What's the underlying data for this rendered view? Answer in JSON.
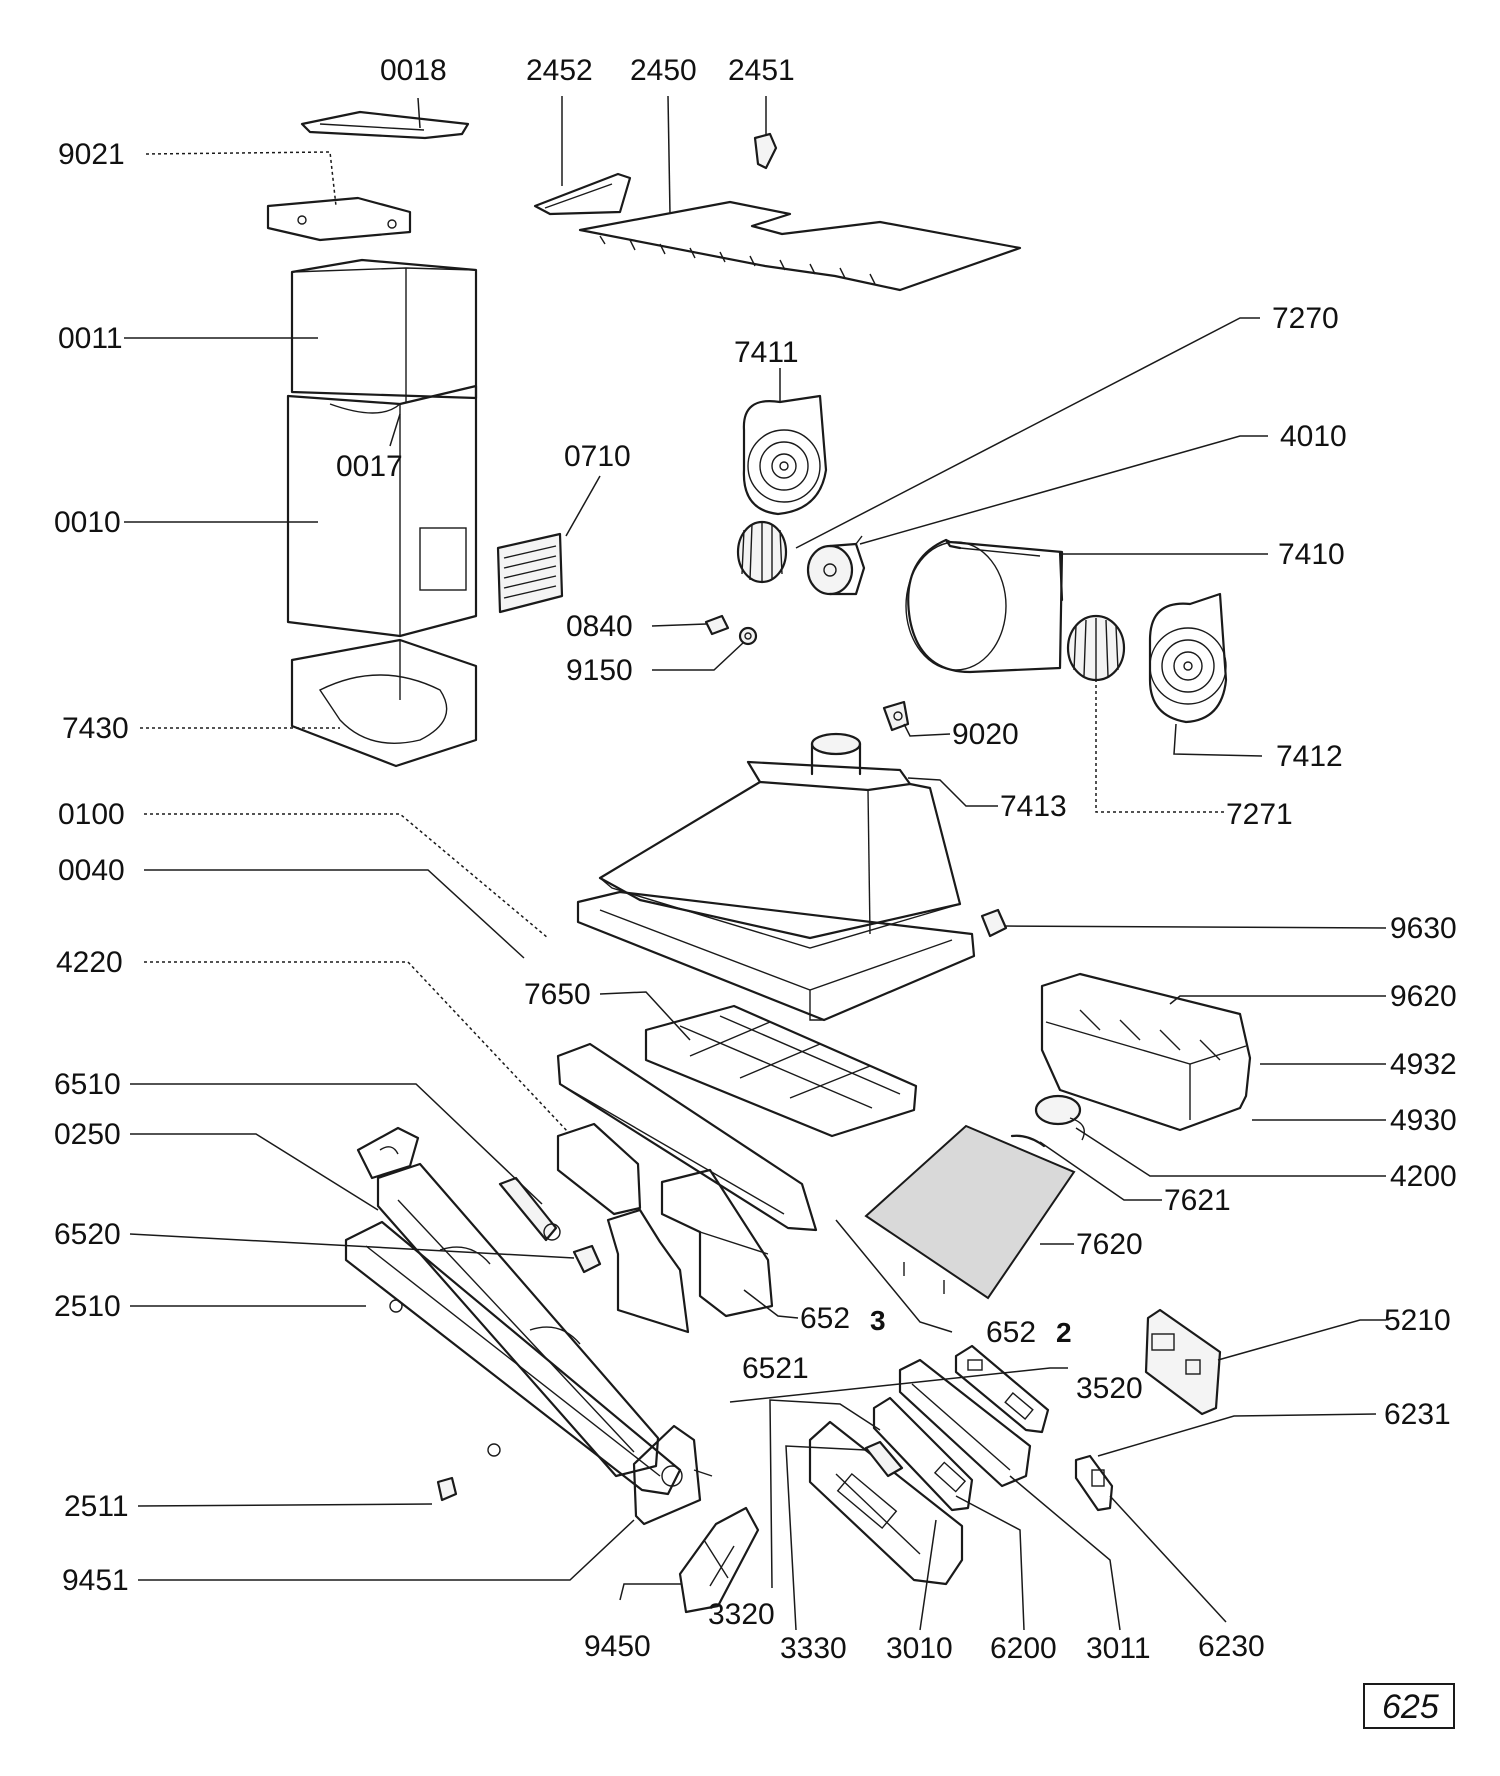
{
  "labels": {
    "p0018": "0018",
    "p2452": "2452",
    "p2450": "2450",
    "p2451": "2451",
    "p9021": "9021",
    "p0011": "0011",
    "p7270": "7270",
    "p7411": "7411",
    "p4010": "4010",
    "p0017": "0017",
    "p0710": "0710",
    "p0010": "0010",
    "p7410": "7410",
    "p0840": "0840",
    "p9150": "9150",
    "p7430": "7430",
    "p9020": "9020",
    "p7412": "7412",
    "p7413": "7413",
    "p7271": "7271",
    "p0100": "0100",
    "p0040": "0040",
    "p9630": "9630",
    "p4220": "4220",
    "p7650": "7650",
    "p9620": "9620",
    "p4932": "4932",
    "p6510": "6510",
    "p4930": "4930",
    "p0250": "0250",
    "p4200": "4200",
    "p7621": "7621",
    "p6520": "6520",
    "p7620": "7620",
    "p2510": "2510",
    "p652a": "652",
    "p652a_suffix": "3",
    "p652b": "652",
    "p652b_suffix": "2",
    "p5210": "5210",
    "p6521": "6521",
    "p3520": "3520",
    "p6231": "6231",
    "p2511": "2511",
    "p9451": "9451",
    "p3320": "3320",
    "p9450": "9450",
    "p3330": "3330",
    "p3010": "3010",
    "p6200": "6200",
    "p3011": "3011",
    "p6230": "6230"
  },
  "page_number": "625"
}
